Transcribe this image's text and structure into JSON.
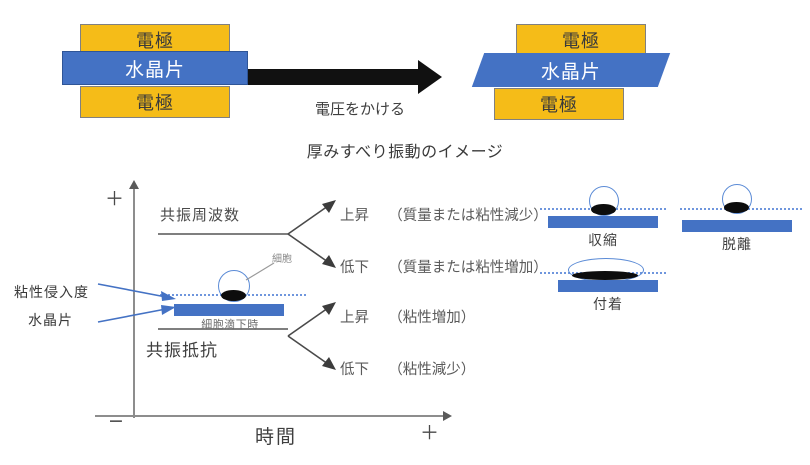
{
  "top_diagram": {
    "left_stack": {
      "electrode_top": "電極",
      "quartz": "水晶片",
      "electrode_bottom": "電極"
    },
    "arrow_label": "電圧をかける",
    "right_stack": {
      "electrode_top": "電極",
      "quartz": "水晶片",
      "electrode_bottom": "電極"
    },
    "caption": "厚みすべり振動のイメージ"
  },
  "chart": {
    "y_axis_plus": "＋",
    "y_axis_minus": "−",
    "x_axis_title": "時間",
    "x_axis_plus": "＋",
    "groups": [
      {
        "title": "共振周波数",
        "branches": [
          {
            "direction": "上昇",
            "reason": "（質量または粘性減少）"
          },
          {
            "direction": "低下",
            "reason": "（質量または粘性増加）"
          }
        ]
      },
      {
        "title": "共振抵抗",
        "branches": [
          {
            "direction": "上昇",
            "reason": "（粘性増加）"
          },
          {
            "direction": "低下",
            "reason": "（粘性減少）"
          }
        ]
      }
    ],
    "center_illustration": {
      "cell_label": "細胞",
      "state_label": "細胞滴下時"
    },
    "left_callouts": [
      {
        "label": "粘性侵入度"
      },
      {
        "label": "水晶片"
      }
    ]
  },
  "state_illustrations": [
    {
      "label": "収縮"
    },
    {
      "label": "脱離"
    },
    {
      "label": "付着"
    }
  ],
  "colors": {
    "electrode": "#f5bc18",
    "quartz": "#4472c4",
    "arrow": "#111111",
    "axis": "#8d8d8d",
    "callout": "#4472c4",
    "dotted": "#6f96dd"
  }
}
